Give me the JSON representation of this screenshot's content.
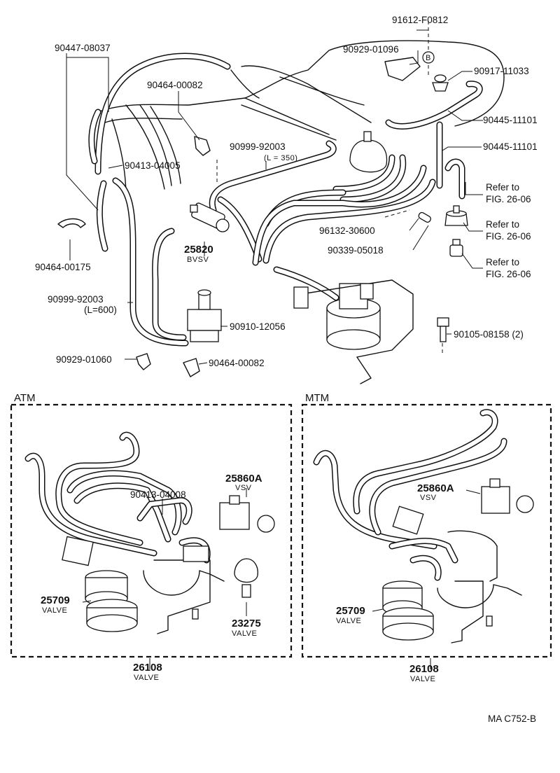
{
  "labels": {
    "p91612": "91612-F0812",
    "p90929_01096": "90929-01096",
    "circle_b": "B",
    "p90917": "90917-11033",
    "p90447": "90447-08037",
    "p90464_top": "90464-00082",
    "p90445_a": "90445-11101",
    "p90445_b": "90445-11101",
    "p90999_top": "90999-92003",
    "p90999_top_len": "(L = 350)",
    "p90413_top": "90413-04005",
    "refer_1a": "Refer to",
    "refer_1b": "FIG. 26-06",
    "refer_2a": "Refer to",
    "refer_2b": "FIG. 26-06",
    "refer_3a": "Refer to",
    "refer_3b": "FIG. 26-06",
    "p96132": "96132-30600",
    "p90339": "90339-05018",
    "p25820": "25820",
    "p25820_sub": "BVSV",
    "p90464_left": "90464-00175",
    "p90999_left": "90999-92003",
    "p90999_left_len": "(L=600)",
    "p90910": "90910-12056",
    "p90105": "90105-08158 (2)",
    "p90929_01060": "90929-01060",
    "p90464_bottom": "90464-00082",
    "atm_title": "ATM",
    "mtm_title": "MTM",
    "atm_90413": "90413-04008",
    "atm_25860a": "25860A",
    "atm_25860a_sub": "VSV",
    "atm_25709": "25709",
    "atm_25709_sub": "VALVE",
    "atm_23275": "23275",
    "atm_23275_sub": "VALVE",
    "atm_26108": "26108",
    "atm_26108_sub": "VALVE",
    "mtm_25860a": "25860A",
    "mtm_25860a_sub": "VSV",
    "mtm_25709": "25709",
    "mtm_25709_sub": "VALVE",
    "mtm_26108": "26108",
    "mtm_26108_sub": "VALVE",
    "figure_code": "MA  C752-B"
  }
}
